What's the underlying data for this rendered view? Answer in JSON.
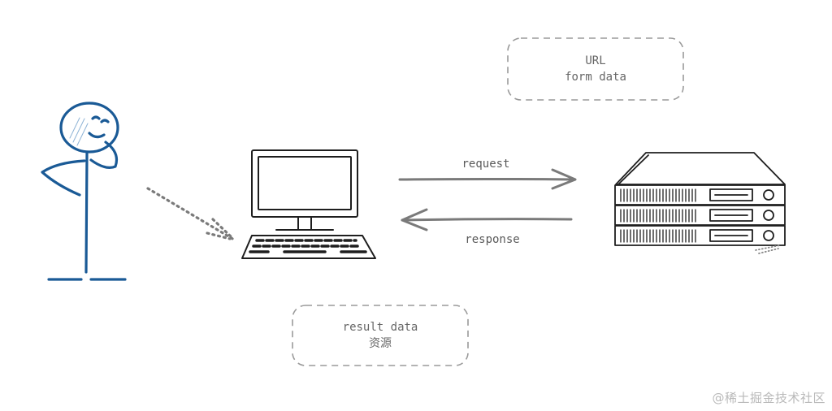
{
  "diagram": {
    "arrows": {
      "request_label": "request",
      "response_label": "response"
    },
    "notes": {
      "request_note": {
        "line1": "URL",
        "line2": "form data"
      },
      "result_note": {
        "line1": "result data",
        "line2": "资源"
      }
    },
    "icons": {
      "user": "stick-figure-user-icon",
      "client": "desktop-computer-icon",
      "server": "server-rack-icon"
    },
    "colors": {
      "user_stroke": "#1a5a96",
      "ink": "#1e1e1e",
      "arrow": "#7a7a7a",
      "dashed_box": "#9a9a9a"
    }
  },
  "watermark": "@稀土掘金技术社区"
}
